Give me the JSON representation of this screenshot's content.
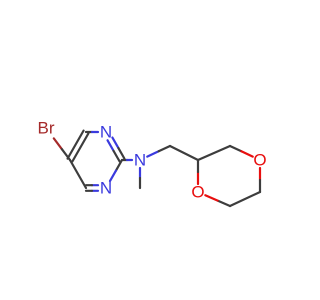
{
  "structure": {
    "colors": {
      "carbon": "#3d3d3d",
      "nitrogen": "#3a3ade",
      "oxygen": "#e80f0f",
      "bromine": "#a52a2a",
      "background": "#ffffff"
    },
    "atoms": [
      {
        "id": "br",
        "label": "Br",
        "element": "bromine"
      },
      {
        "id": "n1",
        "label": "N",
        "element": "nitrogen"
      },
      {
        "id": "n3",
        "label": "N",
        "element": "nitrogen"
      },
      {
        "id": "namine",
        "label": "N",
        "element": "nitrogen"
      },
      {
        "id": "o1",
        "label": "O",
        "element": "oxygen"
      },
      {
        "id": "o4",
        "label": "O",
        "element": "oxygen"
      }
    ]
  }
}
